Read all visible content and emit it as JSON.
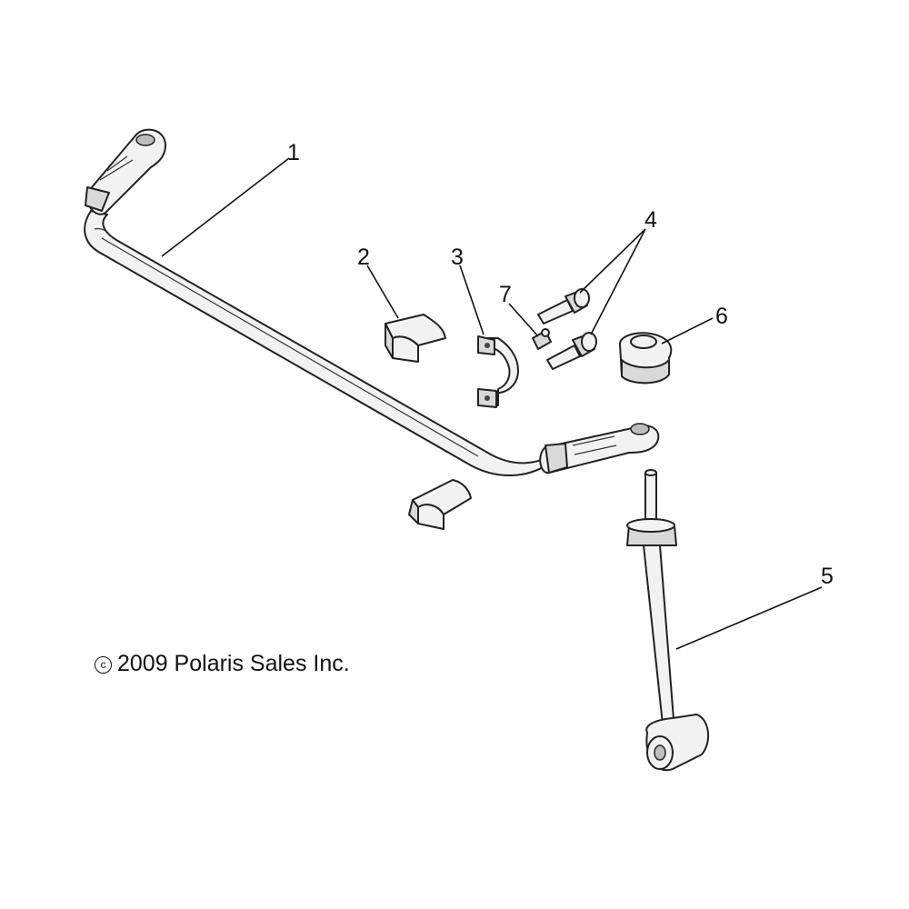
{
  "callouts": [
    "1",
    "2",
    "3",
    "4",
    "5",
    "6",
    "7"
  ],
  "copyright": {
    "symbol": "c",
    "text": "2009 Polaris Sales Inc."
  }
}
